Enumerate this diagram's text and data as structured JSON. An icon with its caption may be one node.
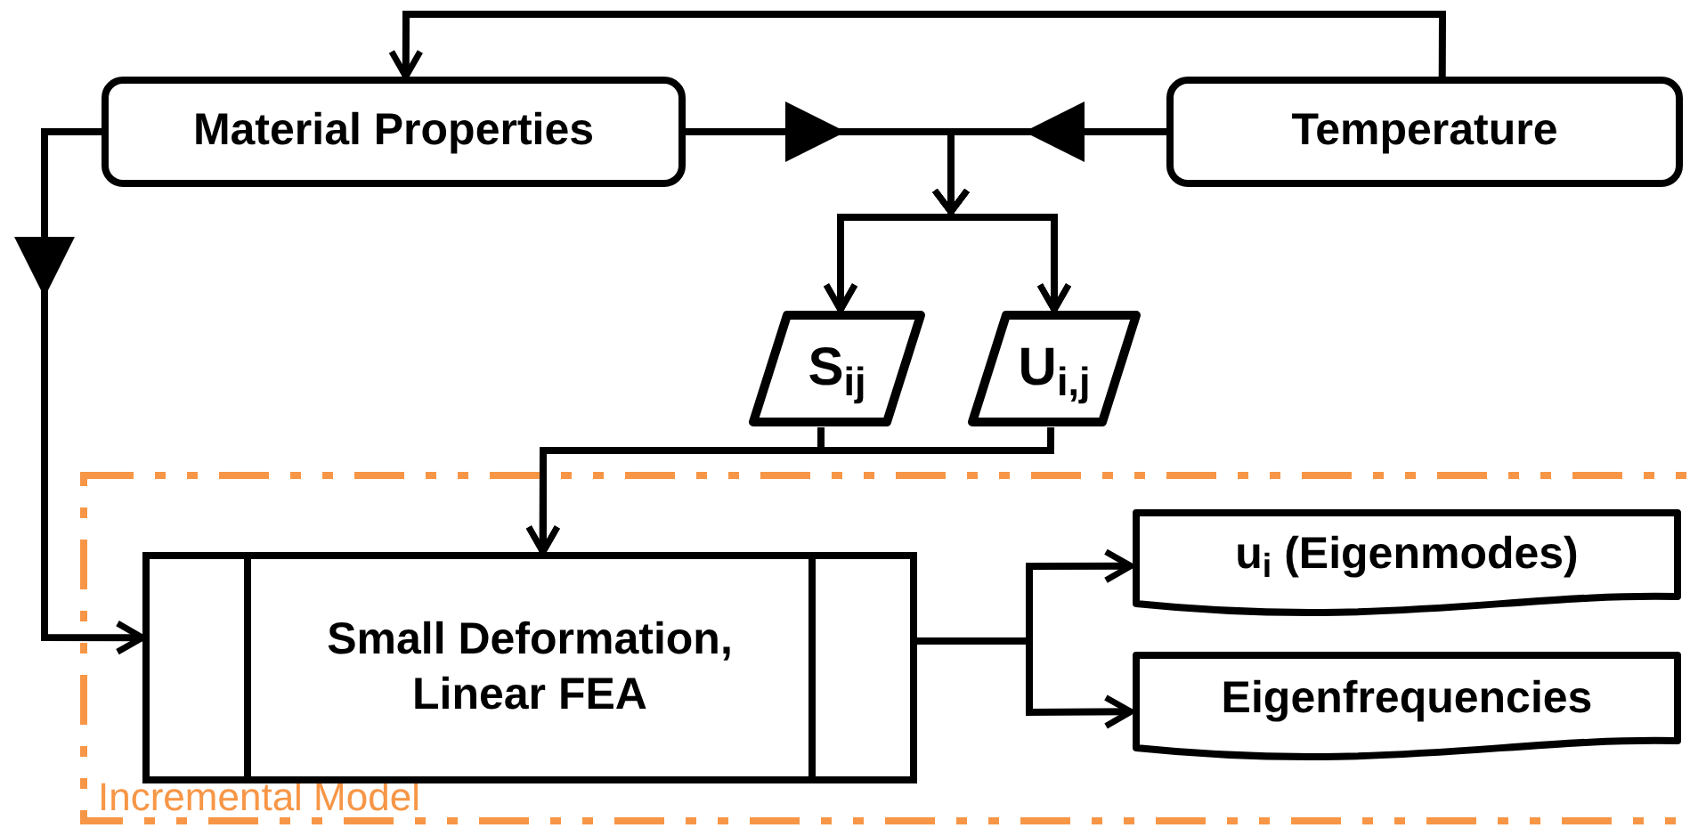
{
  "diagram": {
    "nodes": [
      {
        "text": [
          "Material Properties"
        ]
      },
      {
        "text": [
          "Temperature"
        ]
      },
      {
        "text": [
          "S$_{ij}$"
        ]
      },
      {
        "text": [
          "U$_{i,j}$"
        ]
      },
      {
        "text": [
          "Incremental Model"
        ]
      },
      {
        "text": [
          "Small Deformation, Linear FEA"
        ],
        "in": 4
      },
      {
        "text": [
          "u$_{i}$ (Eigenmodes)"
        ],
        "in": 4
      },
      {
        "text": [
          "Eigenfrequencies"
        ],
        "in": 4
      }
    ],
    "edges": [
      {
        "from": 1,
        "to": 0,
        "arrow": "to"
      },
      {
        "from": 0,
        "to": 2,
        "arrow": "to"
      },
      {
        "from": 0,
        "to": 3,
        "arrow": "to"
      },
      {
        "from": 1,
        "to": 2,
        "arrow": "to"
      },
      {
        "from": 1,
        "to": 3,
        "arrow": "to"
      },
      {
        "from": 0,
        "to": 5,
        "arrow": "to"
      },
      {
        "from": 2,
        "to": 5,
        "arrow": "to"
      },
      {
        "from": 3,
        "to": 5,
        "arrow": "to"
      },
      {
        "from": 5,
        "to": 6,
        "arrow": "to"
      },
      {
        "from": 5,
        "to": 7,
        "arrow": "to"
      }
    ]
  }
}
